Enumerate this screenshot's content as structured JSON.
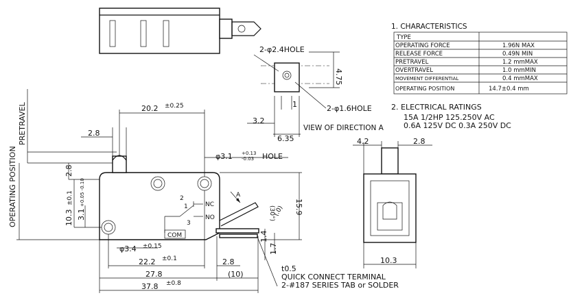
{
  "characteristics": {
    "title": "1. CHARACTERISTICS",
    "type_label": "TYPE",
    "rows": [
      {
        "label": "OPERATING FORCE",
        "value": "1.96N MAX"
      },
      {
        "label": "RELEASE FORCE",
        "value": "0.49N MIN"
      },
      {
        "label": "PRETRAVEL",
        "value": "1.2 mmMAX"
      },
      {
        "label": "OVERTRAVEL",
        "value": "1.0 mmMIN"
      },
      {
        "label": "MOVEMENT DIFFERENTIAL",
        "value": "0.4 mmMAX"
      },
      {
        "label": "OPERATING POSITION",
        "value": "14.7±0.4 mm"
      }
    ]
  },
  "electrical": {
    "title": "2. ELECTRICAL RATINGS",
    "line1": "15A 1/2HP 125.250V AC",
    "line2": "0.6A 125V DC 0.3A 250V DC"
  },
  "terminal_view": {
    "hole_small": "2-φ2.4HOLE",
    "hole_large": "2-φ1.6HOLE",
    "dim_height": "4.75",
    "dim_1": "1",
    "dim_32": "3.2",
    "dim_635": "6.35",
    "caption": "VIEW OF DIRECTION A"
  },
  "front_view": {
    "dim_202": "20.2",
    "tol_202": "±0.25",
    "dim_28": "2.8",
    "hole_label": "φ3.1",
    "hole_tol_plus": "+0.13",
    "hole_tol_minus": "-0.03",
    "hole_word": "HOLE",
    "pretravel": "PRETRAVEL",
    "operating_position": "OPERATING POSITION",
    "dim_28v": "2.8",
    "dim_103": "10.3",
    "tol_103": "±0.1",
    "dim_31": "3.1",
    "tol_31": "+0.05 -0.10",
    "dim_159": "15.9",
    "dim_30": "(30°)",
    "dim_0": "(.0)",
    "pin_1": "1",
    "pin_2": "2",
    "pin_3": "3",
    "nc": "NC",
    "no": "NO",
    "com": "COM",
    "arrow_a": "A",
    "dim_34": "φ3.4",
    "tol_34": "±0.15",
    "dim_222": "22.2",
    "tol_222": "±0.1",
    "dim_28b": "2.8",
    "dim_278": "27.8",
    "dim_10": "(10)",
    "dim_378": "37.8",
    "tol_378": "±0.8",
    "dim_14": "1.4",
    "dim_17": "1.7",
    "dim_t05": "t0.5",
    "terminal_note1": "QUICK CONNECT TERMINAL",
    "terminal_note2": "2-#187 SERIES TAB or SOLDER"
  },
  "side_view": {
    "dim_42": "4.2",
    "dim_28": "2.8",
    "dim_103": "10.3"
  }
}
